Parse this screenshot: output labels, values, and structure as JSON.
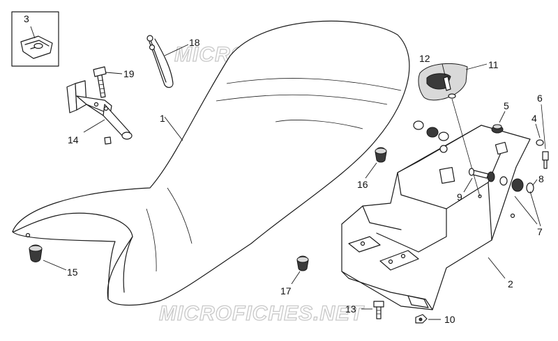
{
  "watermark": "MICROFICHES.NET",
  "callouts": [
    {
      "id": "1",
      "label": "1"
    },
    {
      "id": "2",
      "label": "2"
    },
    {
      "id": "3",
      "label": "3"
    },
    {
      "id": "4",
      "label": "4"
    },
    {
      "id": "5",
      "label": "5"
    },
    {
      "id": "6",
      "label": "6"
    },
    {
      "id": "7",
      "label": "7"
    },
    {
      "id": "8",
      "label": "8"
    },
    {
      "id": "9",
      "label": "9"
    },
    {
      "id": "10",
      "label": "10"
    },
    {
      "id": "11",
      "label": "11"
    },
    {
      "id": "12",
      "label": "12"
    },
    {
      "id": "13",
      "label": "13"
    },
    {
      "id": "14",
      "label": "14"
    },
    {
      "id": "15",
      "label": "15"
    },
    {
      "id": "16",
      "label": "16"
    },
    {
      "id": "17",
      "label": "17"
    },
    {
      "id": "18",
      "label": "18"
    },
    {
      "id": "19",
      "label": "19"
    }
  ]
}
